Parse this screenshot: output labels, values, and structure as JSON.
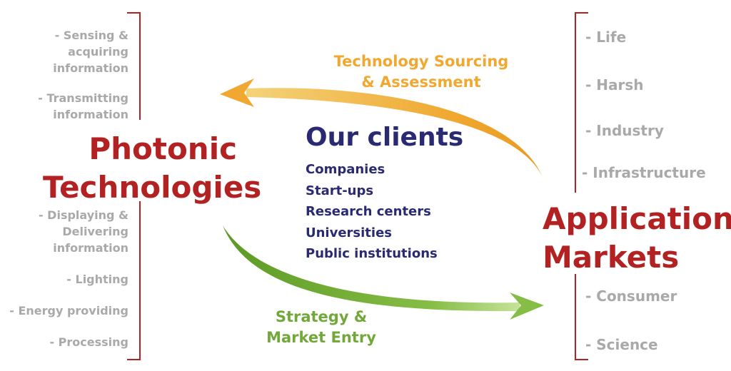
{
  "left_items": [
    {
      "lines": [
        "- Sensing &",
        "acquiring",
        "information"
      ]
    },
    {
      "lines": [
        "- Transmitting",
        "information"
      ]
    },
    {
      "lines": [
        "- Displaying &",
        "Delivering",
        "information"
      ]
    },
    {
      "lines": [
        "- Lighting"
      ]
    },
    {
      "lines": [
        "- Energy providing"
      ]
    },
    {
      "lines": [
        "- Processing"
      ]
    }
  ],
  "left_title": [
    "Photonic",
    "Technologies"
  ],
  "right_items": [
    "- Life",
    "- Harsh",
    "- Industry",
    "- Infrastructure",
    "- Consumer",
    "- Science"
  ],
  "right_title": [
    "Application",
    "Markets"
  ],
  "clients": {
    "title": "Our clients",
    "items": [
      "Companies",
      "Start-ups",
      "Research centers",
      "Universities",
      "Public institutions"
    ]
  },
  "top_arrow_label": [
    "Technology Sourcing",
    "& Assessment"
  ],
  "bottom_arrow_label": [
    "Strategy &",
    "Market Entry"
  ],
  "colors": {
    "red": "#b22222",
    "navy": "#2a2a72",
    "orange": "#f0a830",
    "green": "#72a83a",
    "grey": "#a9a9a9"
  }
}
